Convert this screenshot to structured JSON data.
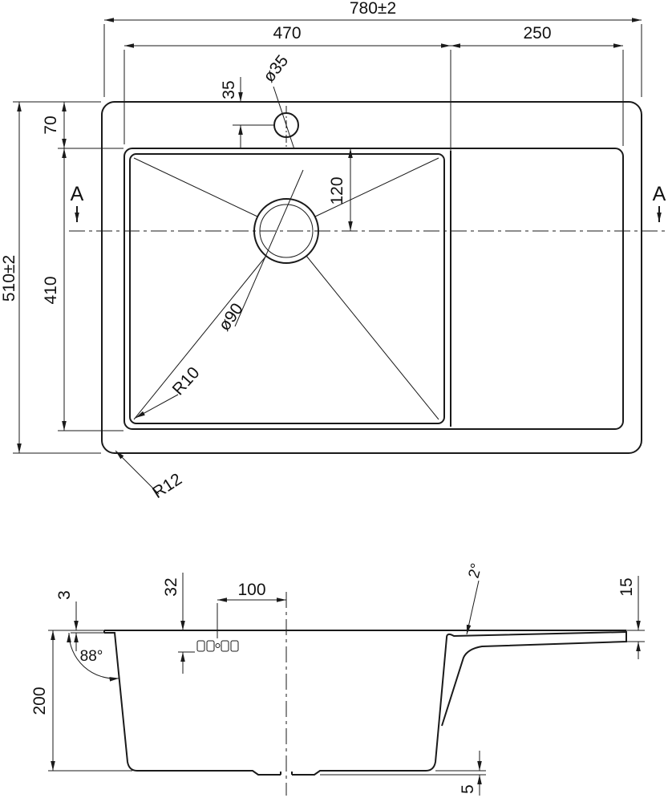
{
  "meta": {
    "title": "Kitchen sink with drainboard - dimensioned technical drawing"
  },
  "style": {
    "line_color": "#1a1a1a",
    "background": "#ffffff"
  },
  "top_view": {
    "overall_width": "780±2",
    "bowl_width": "470",
    "drainboard_width": "250",
    "faucet_hole_dia": "ø35",
    "faucet_offset": "35",
    "rim_to_bowl": "70",
    "bowl_to_center": "120",
    "bowl_length": "410",
    "overall_depth": "510±2",
    "drain_dia": "ø90",
    "bowl_corner_radius": "R10",
    "outer_corner_radius": "R12",
    "section_mark_left": "A",
    "section_mark_right": "A"
  },
  "section_view": {
    "rim_thickness": "3",
    "wall_angle": "88°",
    "bowl_depth": "200",
    "hole_depth": "32",
    "hole_to_center": "100",
    "board_slope": "2°",
    "edge_height": "15",
    "base_step": "5"
  }
}
